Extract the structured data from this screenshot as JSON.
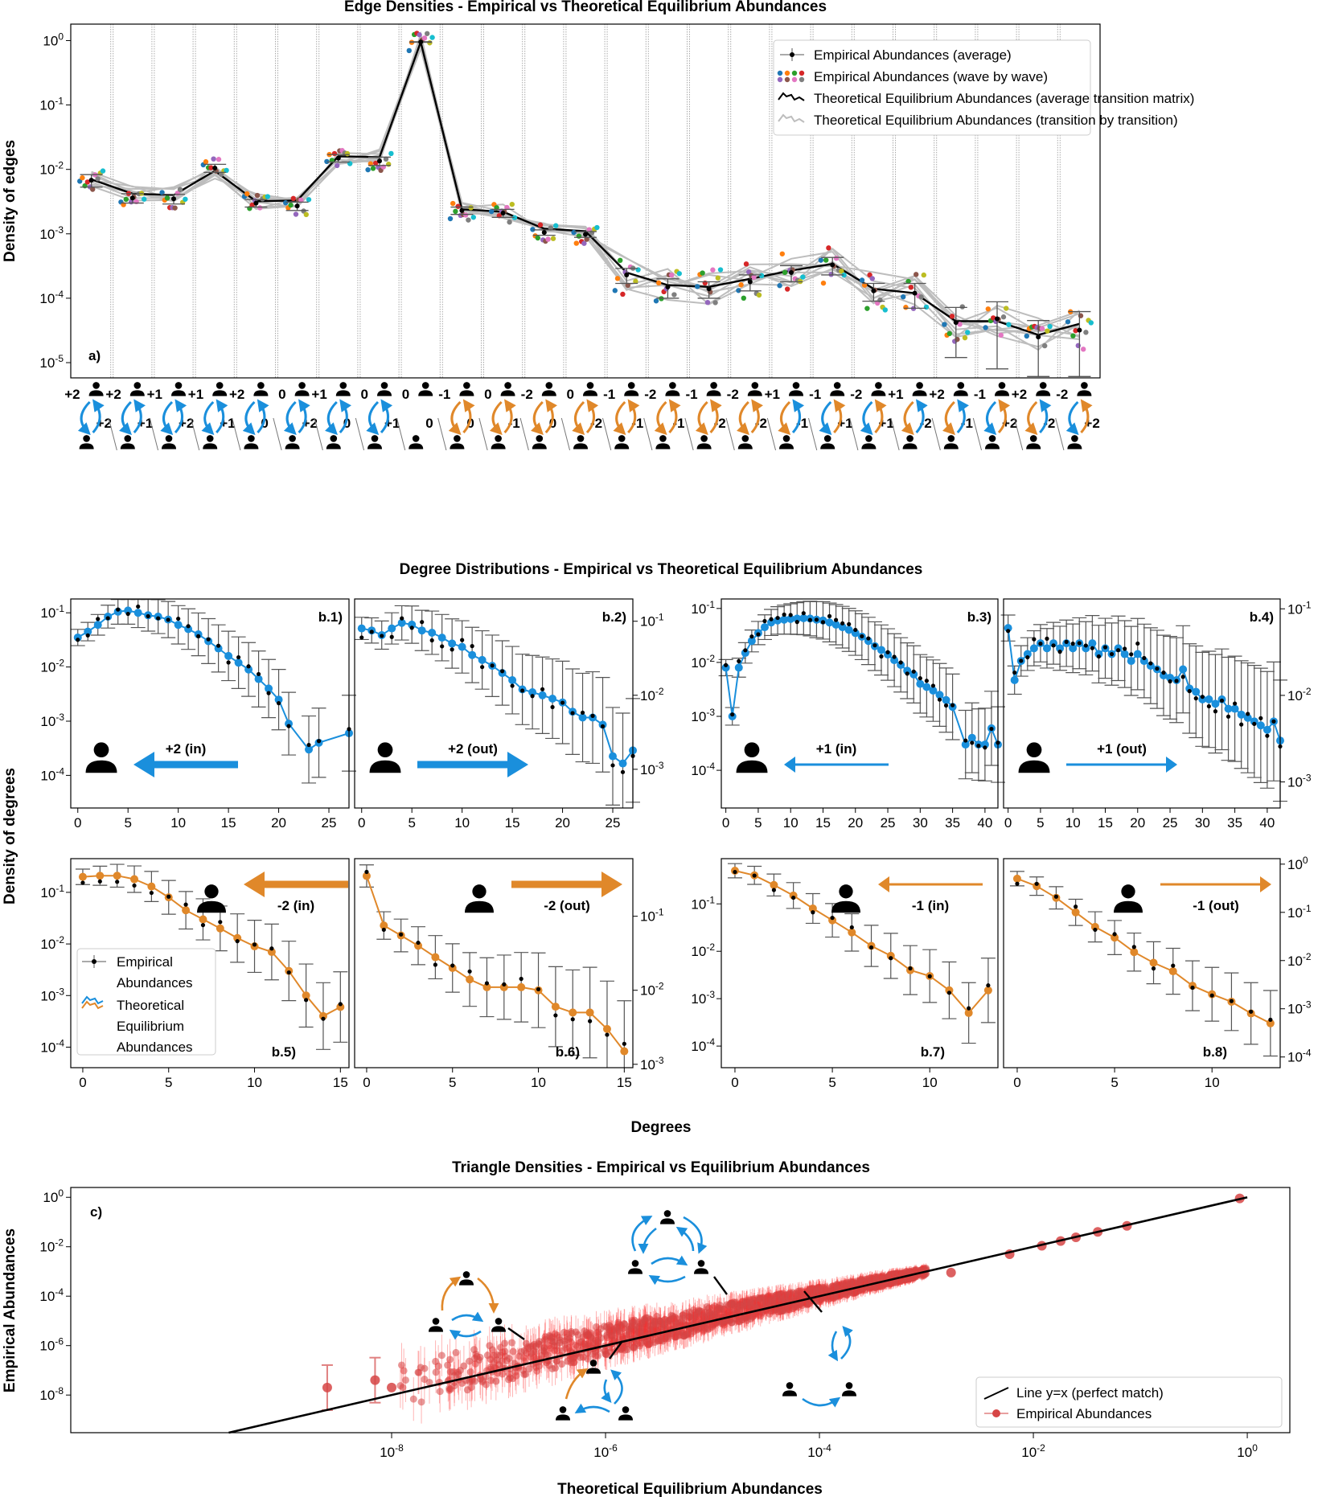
{
  "colors": {
    "blue": "#1a8fdc",
    "orange": "#e0882a",
    "black": "#000000",
    "gray": "#9a9a9a",
    "red": "#e53935"
  },
  "chart_data": [
    {
      "id": "a",
      "type": "line",
      "title": "Edge Densities - Empirical vs Theoretical Equilibrium Abundances",
      "ylabel": "Density of edges",
      "tag": "a)",
      "yscale": "log",
      "ylim": [
        5.8e-06,
        1.8
      ],
      "ytick_labels": [
        "10^0",
        "10^-1",
        "10^-2",
        "10^-3",
        "10^-4",
        "10^-5"
      ],
      "grid": "vertical dotted lines between edge types",
      "legend": [
        "Empirical Abundances (average)",
        "Empirical Abundances (wave by wave)",
        "Theoretical Equilibrium Abundances (average transition matrix)",
        "Theoretical Equilibrium Abundances (transition by transition)"
      ],
      "categories": [
        {
          "from": "+2",
          "to": "+2",
          "color": "blue"
        },
        {
          "from": "+2",
          "to": "+1",
          "color": "blue"
        },
        {
          "from": "+1",
          "to": "+2",
          "color": "blue"
        },
        {
          "from": "+1",
          "to": "+1",
          "color": "blue"
        },
        {
          "from": "+2",
          "to": "0",
          "color": "blue"
        },
        {
          "from": "0",
          "to": "+2",
          "color": "blue"
        },
        {
          "from": "+1",
          "to": "0",
          "color": "blue"
        },
        {
          "from": "0",
          "to": "+1",
          "color": "blue"
        },
        {
          "from": "0",
          "to": "0",
          "color": "none"
        },
        {
          "from": "-1",
          "to": "0",
          "color": "orange"
        },
        {
          "from": "0",
          "to": "-1",
          "color": "orange"
        },
        {
          "from": "-2",
          "to": "0",
          "color": "orange"
        },
        {
          "from": "0",
          "to": "-2",
          "color": "orange"
        },
        {
          "from": "-1",
          "to": "-1",
          "color": "orange"
        },
        {
          "from": "-2",
          "to": "-1",
          "color": "orange"
        },
        {
          "from": "-1",
          "to": "-2",
          "color": "orange"
        },
        {
          "from": "-2",
          "to": "-2",
          "color": "orange"
        },
        {
          "from": "+1",
          "to": "-1",
          "color": "mixed"
        },
        {
          "from": "-1",
          "to": "+1",
          "color": "mixed"
        },
        {
          "from": "-2",
          "to": "+1",
          "color": "mixed"
        },
        {
          "from": "+1",
          "to": "-2",
          "color": "mixed"
        },
        {
          "from": "+2",
          "to": "-1",
          "color": "mixed"
        },
        {
          "from": "-1",
          "to": "+2",
          "color": "mixed"
        },
        {
          "from": "+2",
          "to": "-2",
          "color": "mixed"
        },
        {
          "from": "-2",
          "to": "+2",
          "color": "mixed"
        }
      ],
      "empirical_average": [
        0.0068,
        0.0036,
        0.0035,
        0.0105,
        0.003,
        0.0027,
        0.015,
        0.0135,
        0.95,
        0.0023,
        0.0021,
        0.00105,
        0.00098,
        0.00023,
        0.00015,
        0.00014,
        0.00018,
        0.00025,
        0.00033,
        0.00013,
        0.00012,
        4.2e-05,
        4.8e-05,
        2.5e-05,
        3.2e-05
      ],
      "empirical_error": [
        0.0015,
        0.0006,
        0.0006,
        0.0015,
        0.0004,
        0.0004,
        0.002,
        0.002,
        0.01,
        0.0003,
        0.0003,
        0.0001,
        0.0001,
        6e-05,
        5e-05,
        4e-05,
        5e-05,
        7e-05,
        0.0001,
        4e-05,
        5e-05,
        3e-05,
        4e-05,
        2e-05,
        3e-05
      ],
      "theoretical_average": [
        0.007,
        0.0042,
        0.004,
        0.0095,
        0.0032,
        0.0033,
        0.016,
        0.0155,
        0.95,
        0.0024,
        0.0022,
        0.0012,
        0.0011,
        0.00025,
        0.00016,
        0.00015,
        0.0002,
        0.00027,
        0.00034,
        0.00014,
        0.00012,
        4.4e-05,
        4.4e-05,
        2.7e-05,
        4e-05
      ]
    },
    {
      "id": "b",
      "type": "line",
      "title": "Degree Distributions - Empirical vs Theoretical Equilibrium Abundances",
      "ylabel": "Density of degrees",
      "xlabel": "Degrees",
      "yscale": "log",
      "legend": [
        "Empirical Abundances",
        "Theoretical Equilibrium Abundances"
      ],
      "panels": [
        {
          "tag": "b.1)",
          "label": "+2 (in)",
          "color": "blue",
          "arrow": "left",
          "xmax": 27,
          "xticks": [
            0,
            5,
            10,
            15,
            20,
            25
          ],
          "ylim": [
            2.5e-05,
            0.18
          ],
          "yticks": [
            "10^-1",
            "10^-2",
            "10^-3",
            "10^-4"
          ],
          "yside": "left",
          "values": [
            0.035,
            0.045,
            0.06,
            0.085,
            0.105,
            0.11,
            0.1,
            0.09,
            0.085,
            0.075,
            0.06,
            0.05,
            0.04,
            0.03,
            0.022,
            0.016,
            0.012,
            0.009,
            0.006,
            0.004,
            0.0025,
            0.0009,
            null,
            0.0003,
            0.0004,
            null,
            null,
            0.0006
          ]
        },
        {
          "tag": "b.2)",
          "label": "+2 (out)",
          "color": "blue",
          "arrow": "right",
          "xmax": 27,
          "xticks": [
            0,
            5,
            10,
            15,
            20,
            25
          ],
          "ylim": [
            0.0003,
            0.2
          ],
          "yticks": [
            "10^-1",
            "10^-2",
            "10^-3"
          ],
          "yside": "right",
          "values": [
            0.08,
            0.075,
            0.065,
            0.08,
            0.095,
            0.09,
            0.075,
            0.07,
            0.06,
            0.05,
            0.045,
            0.035,
            0.03,
            0.025,
            0.02,
            0.016,
            0.012,
            0.011,
            0.01,
            0.009,
            0.008,
            0.006,
            0.005,
            0.005,
            0.004,
            0.0015,
            0.0012,
            0.0018
          ]
        },
        {
          "tag": "b.3)",
          "label": "+1 (in)",
          "color": "blue",
          "arrow": "left",
          "xmax": 42,
          "xticks": [
            0,
            5,
            10,
            15,
            20,
            25,
            30,
            35,
            40
          ],
          "ylim": [
            2e-05,
            0.15
          ],
          "yticks": [
            "10^-1",
            "10^-2",
            "10^-3",
            "10^-4"
          ],
          "yside": "left",
          "values": [
            0.008,
            0.001,
            0.008,
            0.015,
            0.025,
            0.035,
            0.045,
            0.055,
            0.06,
            0.062,
            0.064,
            0.065,
            0.066,
            0.065,
            0.062,
            0.06,
            0.055,
            0.05,
            0.045,
            0.04,
            0.035,
            0.03,
            0.025,
            0.02,
            0.017,
            0.014,
            0.011,
            0.009,
            0.007,
            0.006,
            0.004,
            0.0035,
            0.003,
            0.0025,
            0.002,
            0.0015,
            null,
            0.0003,
            0.0004,
            0.0003,
            0.0003,
            0.0006,
            0.0003
          ]
        },
        {
          "tag": "b.4)",
          "label": "+1 (out)",
          "color": "blue",
          "arrow": "right",
          "xmax": 42,
          "xticks": [
            0,
            5,
            10,
            15,
            20,
            25,
            30,
            35,
            40
          ],
          "ylim": [
            0.0005,
            0.13
          ],
          "yticks": [
            "10^-1",
            "10^-2",
            "10^-3"
          ],
          "yside": "right",
          "values": [
            0.06,
            0.015,
            0.025,
            0.03,
            0.035,
            0.04,
            0.035,
            0.04,
            0.035,
            0.04,
            0.035,
            0.04,
            0.035,
            0.04,
            0.03,
            0.035,
            0.03,
            0.035,
            0.03,
            0.025,
            0.03,
            0.025,
            0.022,
            0.02,
            0.017,
            0.016,
            0.015,
            0.02,
            0.012,
            0.011,
            0.009,
            0.009,
            0.008,
            0.009,
            0.007,
            0.007,
            0.006,
            0.0055,
            0.005,
            0.0045,
            0.004,
            0.005,
            0.003
          ]
        },
        {
          "tag": "b.5)",
          "label": "-2 (in)",
          "color": "orange",
          "arrow": "left",
          "xmax": 15.5,
          "xticks": [
            0,
            5,
            10,
            15
          ],
          "ylim": [
            4e-05,
            0.45
          ],
          "yticks": [
            "10^-1",
            "10^-2",
            "10^-3",
            "10^-4"
          ],
          "yside": "left",
          "values": [
            0.2,
            0.21,
            0.21,
            0.18,
            0.13,
            0.08,
            0.045,
            0.03,
            0.02,
            0.013,
            0.009,
            0.007,
            0.003,
            0.001,
            0.0004,
            0.0006
          ]
        },
        {
          "tag": "b.6)",
          "label": "-2 (out)",
          "color": "orange",
          "arrow": "right",
          "xmax": 15.5,
          "xticks": [
            0,
            5,
            10,
            15
          ],
          "ylim": [
            0.0009,
            0.6
          ],
          "yticks": [
            "10^-1",
            "10^-2",
            "10^-3"
          ],
          "yside": "right",
          "values": [
            0.35,
            0.075,
            0.055,
            0.04,
            0.028,
            0.02,
            0.014,
            0.011,
            0.011,
            0.011,
            0.01,
            0.006,
            0.005,
            0.005,
            0.003,
            0.0015
          ]
        },
        {
          "tag": "b.7)",
          "label": "-1 (in)",
          "color": "orange",
          "arrow": "left",
          "xmax": 13.5,
          "xticks": [
            0,
            5,
            10
          ],
          "ylim": [
            3.5e-05,
            0.9
          ],
          "yticks": [
            "10^-1",
            "10^-2",
            "10^-3",
            "10^-4"
          ],
          "yside": "left",
          "values": [
            0.5,
            0.4,
            0.25,
            0.15,
            0.08,
            0.045,
            0.025,
            0.013,
            0.008,
            0.004,
            0.003,
            0.0015,
            0.0005,
            0.0015
          ]
        },
        {
          "tag": "b.8)",
          "label": "-1 (out)",
          "color": "orange",
          "arrow": "right",
          "xmax": 13.5,
          "xticks": [
            0,
            5,
            10
          ],
          "ylim": [
            6e-05,
            1.3
          ],
          "yticks": [
            "10^0",
            "10^-1",
            "10^-2",
            "10^-3",
            "10^-4"
          ],
          "yside": "right",
          "values": [
            0.5,
            0.35,
            0.2,
            0.1,
            0.05,
            0.03,
            0.015,
            0.009,
            0.006,
            0.003,
            0.002,
            0.0014,
            0.0008,
            0.0005
          ]
        }
      ]
    },
    {
      "id": "c",
      "type": "scatter",
      "title": "Triangle Densities - Empirical vs Equilibrium Abundances",
      "xlabel": "Theoretical Equilibrium Abundances",
      "ylabel": "Empirical Abundances",
      "tag": "c)",
      "xscale": "log",
      "yscale": "log",
      "xlim": [
        1e-11,
        2.5
      ],
      "ylim": [
        3e-10,
        2.5
      ],
      "xtick_labels": [
        "10^-8",
        "10^-6",
        "10^-4",
        "10^-2",
        "10^0"
      ],
      "ytick_labels": [
        "10^0",
        "10^-2",
        "10^-4",
        "10^-6",
        "10^-8"
      ],
      "legend": [
        "Line y=x (perfect match)",
        "Empirical Abundances"
      ],
      "highlighted_points": [
        {
          "x": 0.85,
          "y": 0.9
        },
        {
          "x": 0.075,
          "y": 0.07
        },
        {
          "x": 0.012,
          "y": 0.011
        },
        {
          "x": 0.018,
          "y": 0.017
        },
        {
          "x": 0.025,
          "y": 0.024
        },
        {
          "x": 0.04,
          "y": 0.04
        },
        {
          "x": 0.006,
          "y": 0.005
        },
        {
          "x": 0.0017,
          "y": 0.0009
        },
        {
          "x": 2.5e-09,
          "y": 2e-08
        },
        {
          "x": 7e-09,
          "y": 4e-08
        },
        {
          "x": 1e-08,
          "y": 2e-08
        }
      ]
    }
  ]
}
